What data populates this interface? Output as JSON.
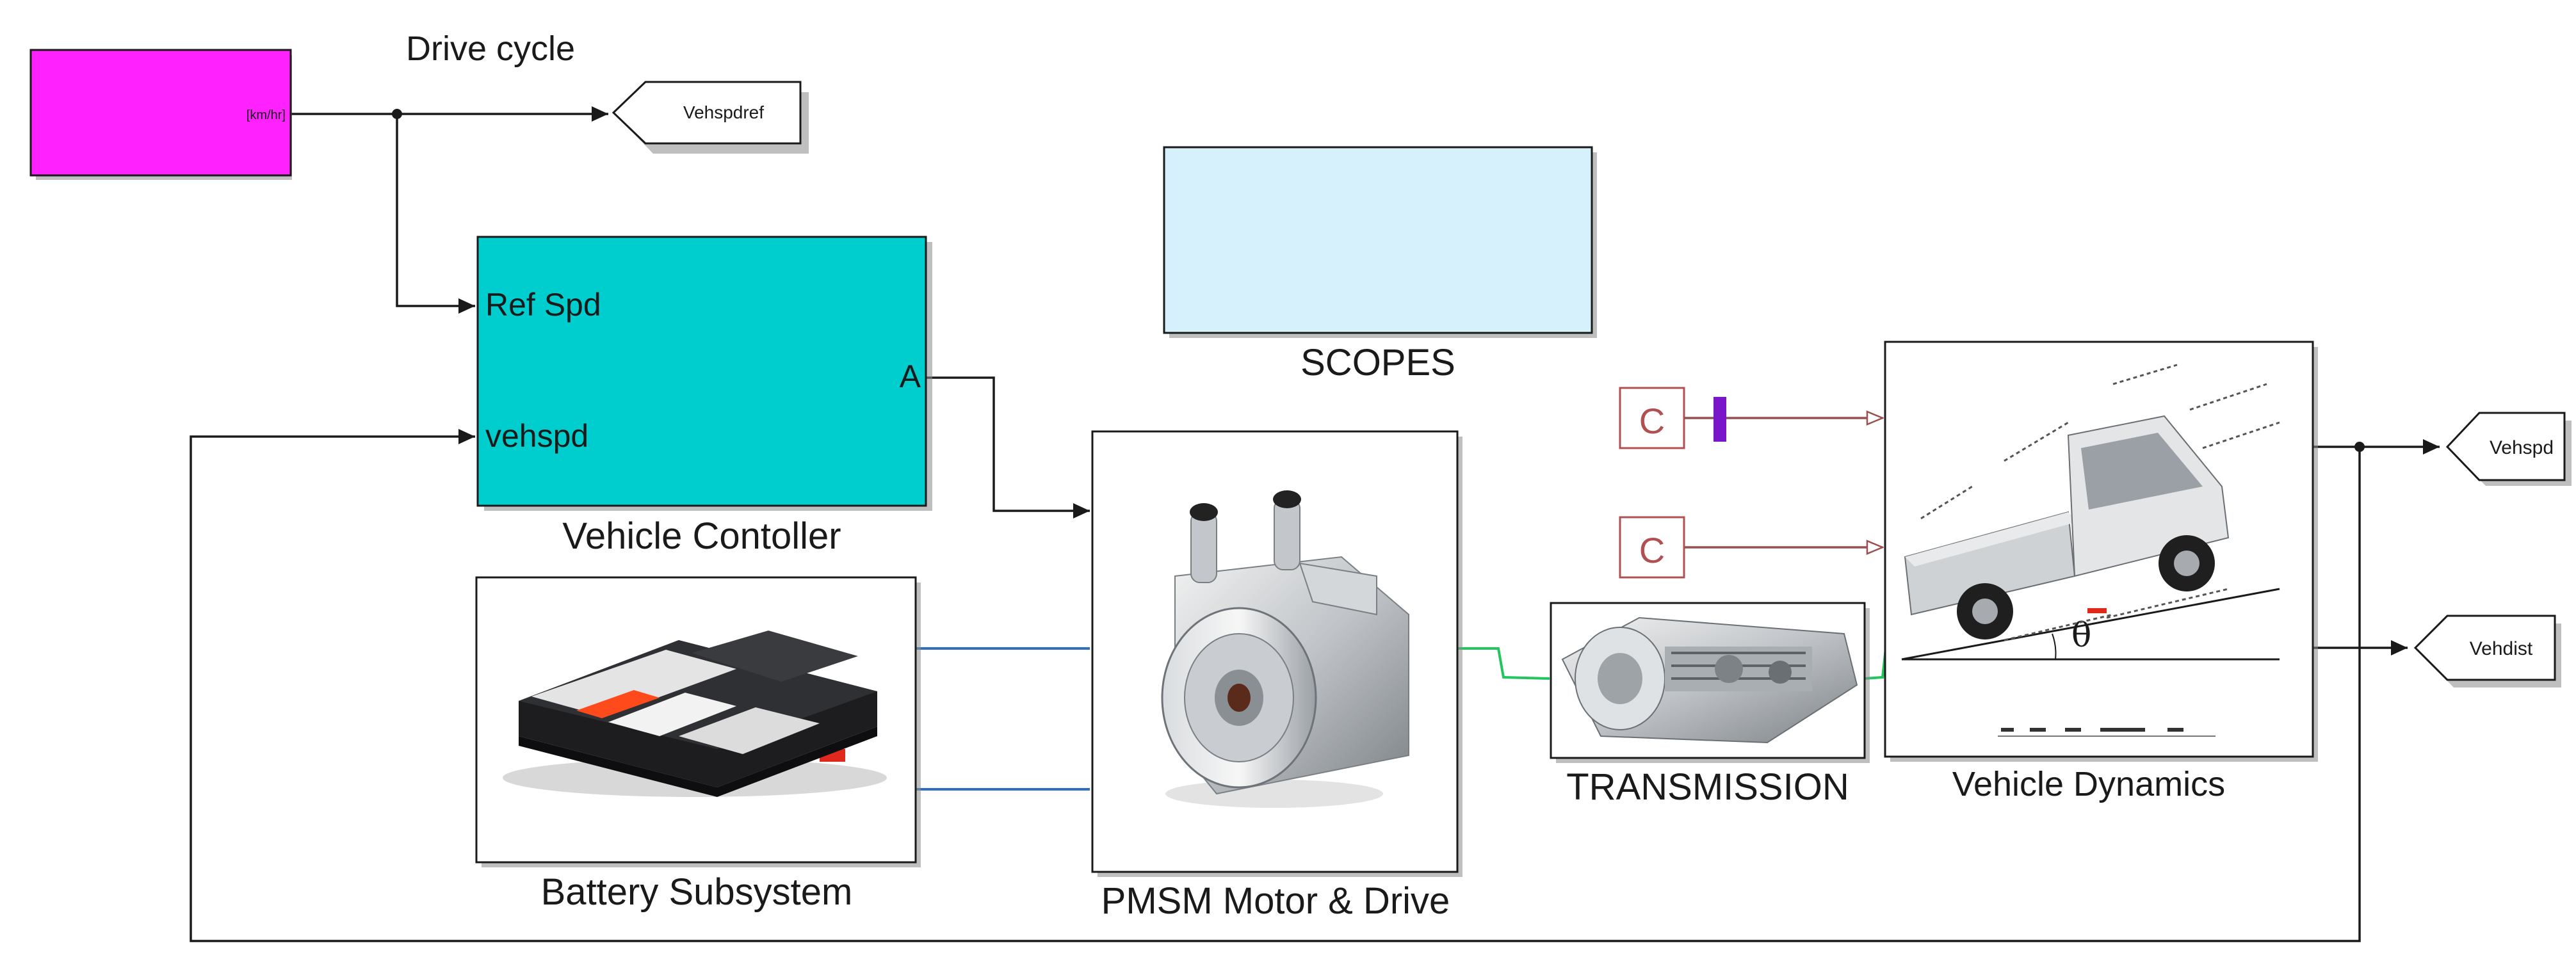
{
  "colors": {
    "drive_cycle_block": "#ff22ff",
    "controller_block": "#00cece",
    "scopes_block": "#d6f0fc",
    "signal_line": "#1a1a1a",
    "electrical_line": "#2f6fc0",
    "mechanical_line": "#22c55e",
    "constant_line": "#9c4f4f",
    "constant_border": "#b05050",
    "mux_bar": "#7a16c9"
  },
  "drive_cycle": {
    "label": "Drive cycle",
    "port": "[km/hr]"
  },
  "goto_ref": {
    "label": "Vehspdref"
  },
  "controller": {
    "label": "Vehicle Contoller",
    "in1": "Ref Spd",
    "in2": "vehspd",
    "out": "A"
  },
  "scopes": {
    "label": "SCOPES"
  },
  "battery": {
    "label": "Battery Subsystem",
    "image": "battery-pack-image"
  },
  "motor": {
    "label": "PMSM Motor & Drive",
    "image": "pmsm-motor-image"
  },
  "transmission": {
    "label": "TRANSMISSION",
    "image": "transmission-image"
  },
  "constants": [
    {
      "label": "C"
    },
    {
      "label": "C"
    }
  ],
  "vehicle_dynamics": {
    "label": "Vehicle Dynamics",
    "image": "vehicle-on-incline-image",
    "symbol": "θ"
  },
  "goto_spd": {
    "label": "Vehspd"
  },
  "goto_dist": {
    "label": "Vehdist"
  }
}
